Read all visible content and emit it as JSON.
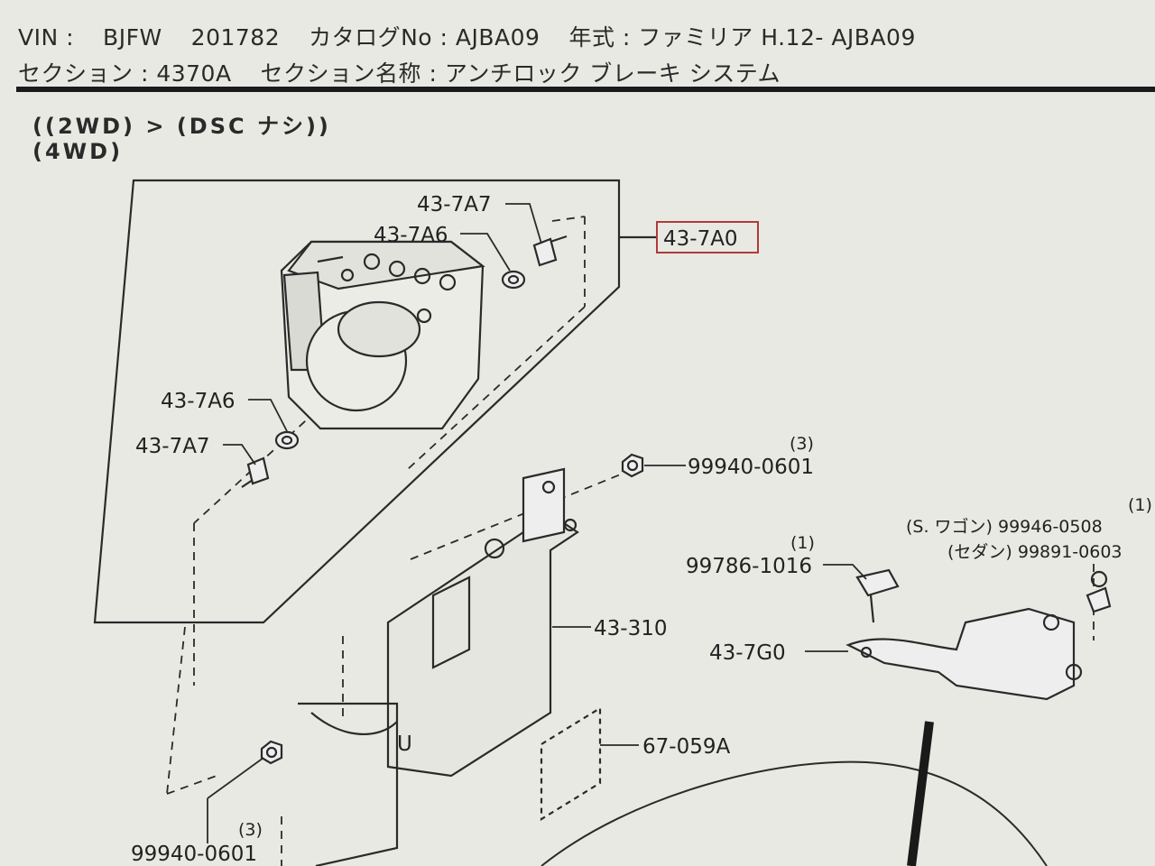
{
  "header": {
    "vin_label": "VIN :",
    "vin_model": "BJFW",
    "vin_number": "201782",
    "catalog_label": "カタログNo : AJBA09",
    "year_label": "年式 : ファミリア H.12- AJBA09",
    "section_label": "セクション : 4370A",
    "section_name": "セクション名称 : アンチロック ブレーキ システム"
  },
  "conditions": {
    "line1": "((2WD) > (DSC ナシ))",
    "line2": "(4WD)"
  },
  "parts": {
    "assembly": "43-7A0",
    "bolt_top": "43-7A7",
    "washer_top": "43-7A6",
    "washer_left": "43-7A6",
    "bolt_left": "43-7A7",
    "nut_top": "99940-0601",
    "nut_top_qty": "(3)",
    "bracket": "43-310",
    "label_plate": "67-059A",
    "bolt_right": "99786-1016",
    "bolt_right_qty": "(1)",
    "sensor": "43-7G0",
    "wagon_label": "(S. ワゴン) 99946-0508",
    "sedan_label": "(セダン) 99891-0603",
    "right_qty": "(1)",
    "nut_bottom": "99940-0601",
    "nut_bottom_qty": "(3)"
  },
  "colors": {
    "paper": "#e9e9e3",
    "ink": "#2a2a2a",
    "highlight_box": "#b03a3a"
  }
}
